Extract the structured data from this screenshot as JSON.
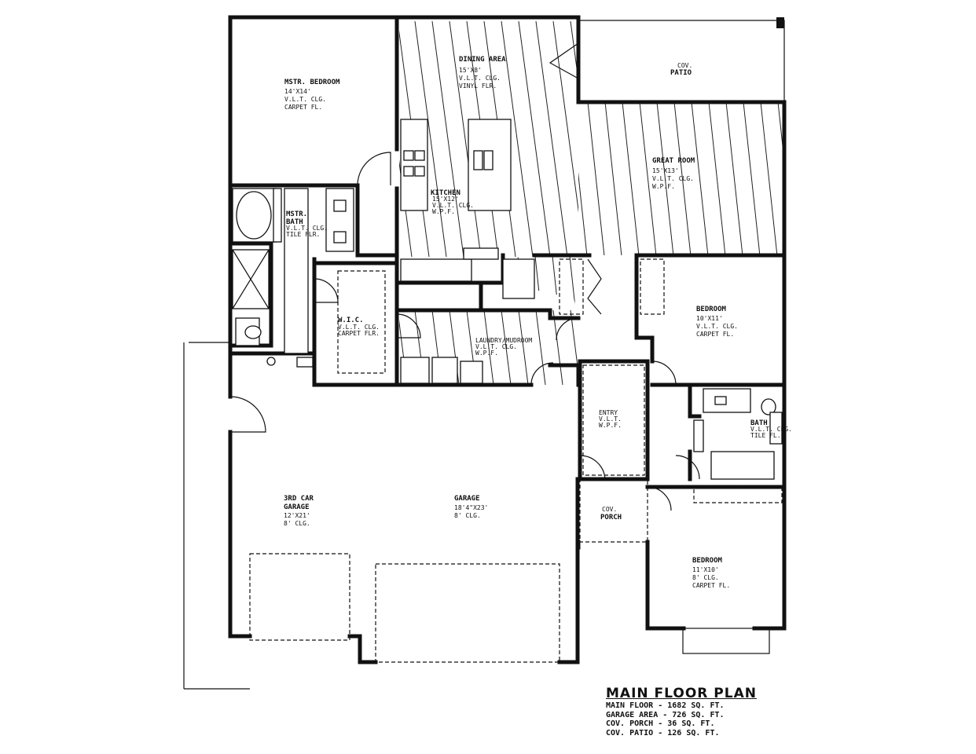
{
  "plan": {
    "title": "MAIN FLOOR PLAN",
    "areas": [
      "MAIN FLOOR - 1682 SQ. FT.",
      "GARAGE AREA - 726 SQ. FT.",
      "COV. PORCH - 36 SQ. FT.",
      "COV. PATIO - 126 SQ. FT."
    ]
  },
  "rooms": {
    "master_bedroom": {
      "name": "MSTR. BEDROOM",
      "size": "14'X14'",
      "ceiling": "V.L.T. CLG.",
      "floor": "CARPET FL."
    },
    "dining_area": {
      "name": "DINING AREA",
      "size": "15'X8'",
      "ceiling": "V.L.T. CLG.",
      "floor": "VINYL FLR."
    },
    "cov_patio": {
      "name": "COV.",
      "name2": "PATIO"
    },
    "great_room": {
      "name": "GREAT ROOM",
      "size": "15'X13'",
      "ceiling": "V.L.T. CLG.",
      "floor": "W.P.F."
    },
    "kitchen": {
      "name": "KITCHEN",
      "size": "15'X12'",
      "ceiling": "V.L.T. CLG.",
      "floor": "W.P.F."
    },
    "master_bath": {
      "name": "MSTR.",
      "name2": "BATH",
      "ceiling": "V.L.T. CLG.",
      "floor": "TILE FLR."
    },
    "wic": {
      "name": "W.I.C.",
      "ceiling": "V.L.T. CLG.",
      "floor": "CARPET FLR."
    },
    "laundry": {
      "name": "LAUNDRY/MUDROOM",
      "ceiling": "V.L.T. CLG.",
      "floor": "W.P.F."
    },
    "bedroom_2": {
      "name": "BEDROOM",
      "size": "10'X11'",
      "ceiling": "V.L.T. CLG.",
      "floor": "CARPET FL."
    },
    "entry": {
      "name": "ENTRY",
      "ceiling": "V.L.T.",
      "floor": "W.P.F."
    },
    "bath": {
      "name": "BATH",
      "ceiling": "V.L.T. CLG.",
      "floor": "TILE FL."
    },
    "third_garage": {
      "name": "3RD CAR",
      "name2": "GARAGE",
      "size": "12'X21'",
      "ceiling": "8' CLG."
    },
    "garage": {
      "name": "GARAGE",
      "size": "18'4\"X23'",
      "ceiling": "8' CLG."
    },
    "cov_porch": {
      "name": "COV.",
      "name2": "PORCH"
    },
    "bedroom_3": {
      "name": "BEDROOM",
      "size": "11'X10'",
      "ceiling": "8' CLG.",
      "floor": "CARPET FL."
    }
  }
}
